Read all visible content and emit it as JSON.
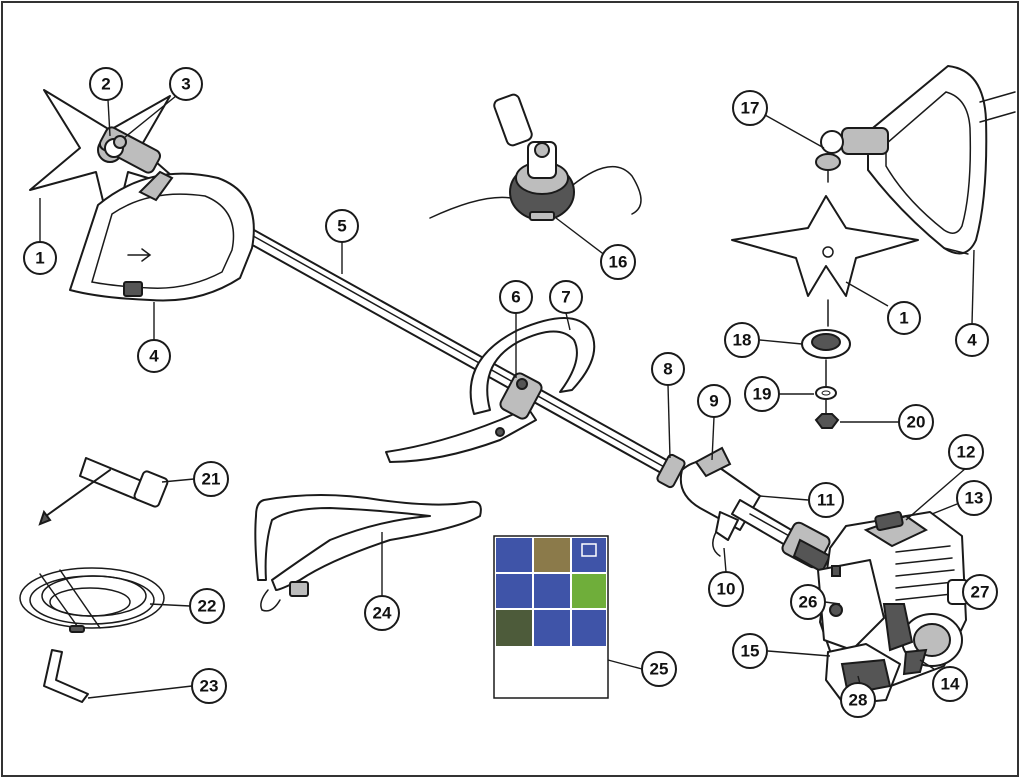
{
  "colors": {
    "line": "#1a1a1a",
    "frame": "#333333",
    "manual_blue": "#3f54a8",
    "manual_green": "#6fae3a"
  },
  "callouts": [
    {
      "id": "c1a",
      "label": "1"
    },
    {
      "id": "c2",
      "label": "2"
    },
    {
      "id": "c3",
      "label": "3"
    },
    {
      "id": "c4a",
      "label": "4"
    },
    {
      "id": "c5",
      "label": "5"
    },
    {
      "id": "c6",
      "label": "6"
    },
    {
      "id": "c7",
      "label": "7"
    },
    {
      "id": "c8",
      "label": "8"
    },
    {
      "id": "c9",
      "label": "9"
    },
    {
      "id": "c10",
      "label": "10"
    },
    {
      "id": "c11",
      "label": "11"
    },
    {
      "id": "c12",
      "label": "12"
    },
    {
      "id": "c13",
      "label": "13"
    },
    {
      "id": "c14",
      "label": "14"
    },
    {
      "id": "c15",
      "label": "15"
    },
    {
      "id": "c16",
      "label": "16"
    },
    {
      "id": "c17",
      "label": "17"
    },
    {
      "id": "c1b",
      "label": "1"
    },
    {
      "id": "c4b",
      "label": "4"
    },
    {
      "id": "c18",
      "label": "18"
    },
    {
      "id": "c19",
      "label": "19"
    },
    {
      "id": "c20",
      "label": "20"
    },
    {
      "id": "c21",
      "label": "21"
    },
    {
      "id": "c22",
      "label": "22"
    },
    {
      "id": "c23",
      "label": "23"
    },
    {
      "id": "c24",
      "label": "24"
    },
    {
      "id": "c25",
      "label": "25"
    },
    {
      "id": "c26",
      "label": "26"
    },
    {
      "id": "c27",
      "label": "27"
    },
    {
      "id": "c28",
      "label": "28"
    }
  ]
}
